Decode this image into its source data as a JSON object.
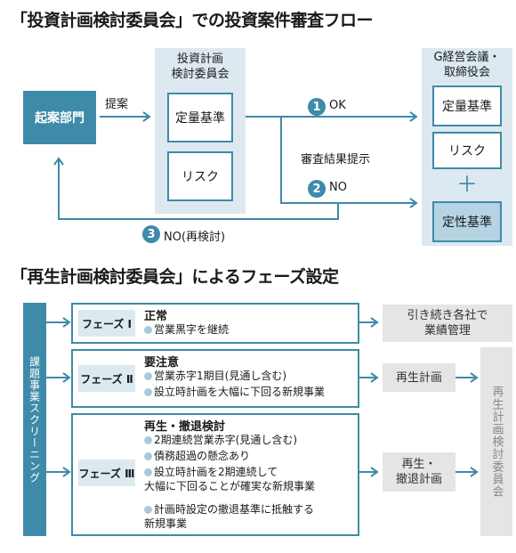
{
  "section1": {
    "title": "「投資計画検討委員会」での投資案件審査フロー",
    "originator": "起案部門",
    "proposal_label": "提案",
    "committee_header": "投資計画\n検討委員会",
    "committee_items": [
      "定量基準",
      "リスク"
    ],
    "board_header": "G経営会議・\n取締役会",
    "board_items": [
      "定量基準",
      "リスク",
      "定性基準"
    ],
    "plus_sign": "＋",
    "review_label": "審査結果提示",
    "outcomes": [
      {
        "num": "1",
        "label": "OK"
      },
      {
        "num": "2",
        "label": "NO"
      },
      {
        "num": "3",
        "label": "NO(再検討)"
      }
    ]
  },
  "section2": {
    "title": "「再生計画検討委員会」によるフェーズ設定",
    "screening_label": "課題事業スクリーニング",
    "committee_label": "再生計画検討委員会",
    "phases": [
      {
        "label": "フェーズ Ⅰ",
        "heading": "正常",
        "bullets": [
          "営業黒字を継続"
        ],
        "result": "引き続き各社で\n業績管理"
      },
      {
        "label": "フェーズ Ⅱ",
        "heading": "要注意",
        "bullets": [
          "営業赤字1期目(見通し含む)",
          "設立時計画を大幅に下回る新規事業"
        ],
        "result": "再生計画"
      },
      {
        "label": "フェーズ Ⅲ",
        "heading": "再生・撤退検討",
        "bullets": [
          "2期連続営業赤字(見通し含む)",
          "債務超過の懸念あり",
          "設立時計画を2期連続して\n大幅に下回ることが確実な新規事業",
          "計画時設定の撤退基準に抵触する\n新規事業"
        ],
        "result": "再生・\n撤退計画"
      }
    ]
  },
  "colors": {
    "accent": "#3e8aa9",
    "panel": "#dce9f0",
    "gray": "#e5e5e5"
  }
}
